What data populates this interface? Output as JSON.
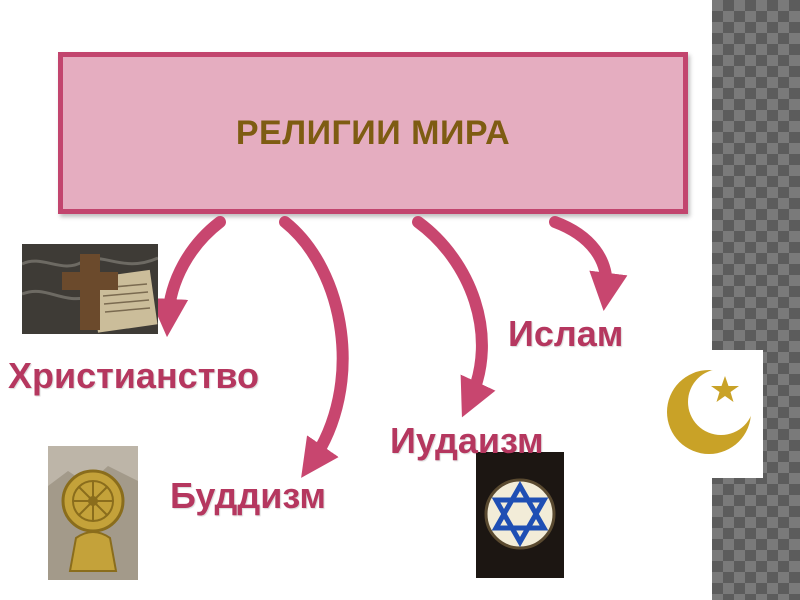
{
  "title": "РЕЛИГИИ МИРА",
  "branches": {
    "christianity": "Христианство",
    "buddhism": "Буддизм",
    "judaism": "Иудаизм",
    "islam": "Ислам"
  },
  "icons": {
    "christianity": "cross-and-bible-photo-icon",
    "buddhism": "dharma-wheel-photo-icon",
    "judaism": "star-of-david-window-icon",
    "islam": "crescent-and-star-icon"
  },
  "colors": {
    "box_fill": "#e5adc0",
    "box_border": "#c2456e",
    "title_text": "#7e5c12",
    "label_text": "#b5375f",
    "arrow": "#c8466f"
  }
}
